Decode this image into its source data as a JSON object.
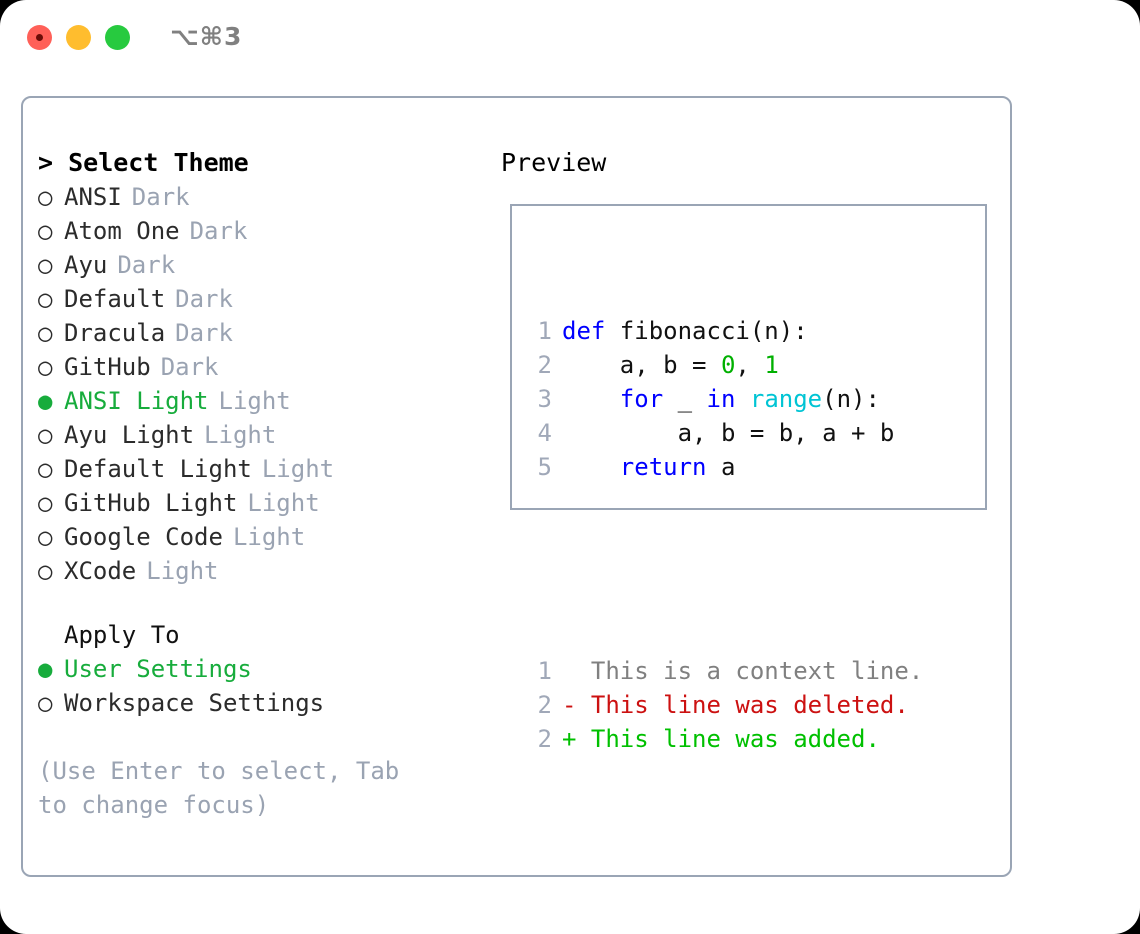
{
  "window": {
    "shortcut": "⌥⌘3",
    "controls": [
      {
        "name": "close",
        "color": "#ff6058"
      },
      {
        "name": "minimize",
        "color": "#ffbd2e"
      },
      {
        "name": "maximize",
        "color": "#27ca3f"
      }
    ]
  },
  "theme_picker": {
    "heading": "> Select Theme",
    "selected_bullet": "●",
    "unselected_bullet": "○",
    "items": [
      {
        "label": "ANSI",
        "tag": "Dark",
        "selected": false
      },
      {
        "label": "Atom One",
        "tag": "Dark",
        "selected": false
      },
      {
        "label": "Ayu",
        "tag": "Dark",
        "selected": false
      },
      {
        "label": "Default",
        "tag": "Dark",
        "selected": false
      },
      {
        "label": "Dracula",
        "tag": "Dark",
        "selected": false
      },
      {
        "label": "GitHub",
        "tag": "Dark",
        "selected": false
      },
      {
        "label": "ANSI Light",
        "tag": "Light",
        "selected": true
      },
      {
        "label": "Ayu Light",
        "tag": "Light",
        "selected": false
      },
      {
        "label": "Default Light",
        "tag": "Light",
        "selected": false
      },
      {
        "label": "GitHub Light",
        "tag": "Light",
        "selected": false
      },
      {
        "label": "Google Code",
        "tag": "Light",
        "selected": false
      },
      {
        "label": "XCode",
        "tag": "Light",
        "selected": false
      }
    ]
  },
  "apply_to": {
    "title": "Apply To",
    "items": [
      {
        "label": "User Settings",
        "selected": true
      },
      {
        "label": "Workspace Settings",
        "selected": false
      }
    ]
  },
  "hint": "(Use Enter to select, Tab to change focus)",
  "preview": {
    "title": "Preview",
    "code_lines": [
      {
        "num": "1",
        "tokens": [
          {
            "t": "def",
            "c": "kw"
          },
          {
            "t": " fibonacci(n):",
            "c": "pl"
          }
        ]
      },
      {
        "num": "2",
        "tokens": [
          {
            "t": "    a, b = ",
            "c": "pl"
          },
          {
            "t": "0",
            "c": "num"
          },
          {
            "t": ", ",
            "c": "pl"
          },
          {
            "t": "1",
            "c": "num"
          }
        ]
      },
      {
        "num": "3",
        "tokens": [
          {
            "t": "    ",
            "c": "pl"
          },
          {
            "t": "for",
            "c": "kw"
          },
          {
            "t": " _ ",
            "c": "pl"
          },
          {
            "t": "in",
            "c": "kw"
          },
          {
            "t": " ",
            "c": "pl"
          },
          {
            "t": "range",
            "c": "fn"
          },
          {
            "t": "(n):",
            "c": "pl"
          }
        ]
      },
      {
        "num": "4",
        "tokens": [
          {
            "t": "        a, b = b, a + b",
            "c": "pl"
          }
        ]
      },
      {
        "num": "5",
        "tokens": [
          {
            "t": "    ",
            "c": "pl"
          },
          {
            "t": "return",
            "c": "kw"
          },
          {
            "t": " a",
            "c": "pl"
          }
        ]
      }
    ],
    "diff_lines": [
      {
        "num": "1",
        "marker": "  ",
        "text": "This is a context line.",
        "cls": "ctx"
      },
      {
        "num": "2",
        "marker": "- ",
        "text": "This line was deleted.",
        "cls": "del"
      },
      {
        "num": "2",
        "marker": "+ ",
        "text": "This line was added.",
        "cls": "add"
      }
    ]
  },
  "colors": {
    "accent_green": "#17ac3c",
    "muted": "#9aa3b2",
    "border": "#9aa5b5",
    "keyword": "#0000ff",
    "function": "#00c4d4",
    "number": "#00b000",
    "diff_delete": "#cc1111",
    "diff_add": "#00c000"
  }
}
